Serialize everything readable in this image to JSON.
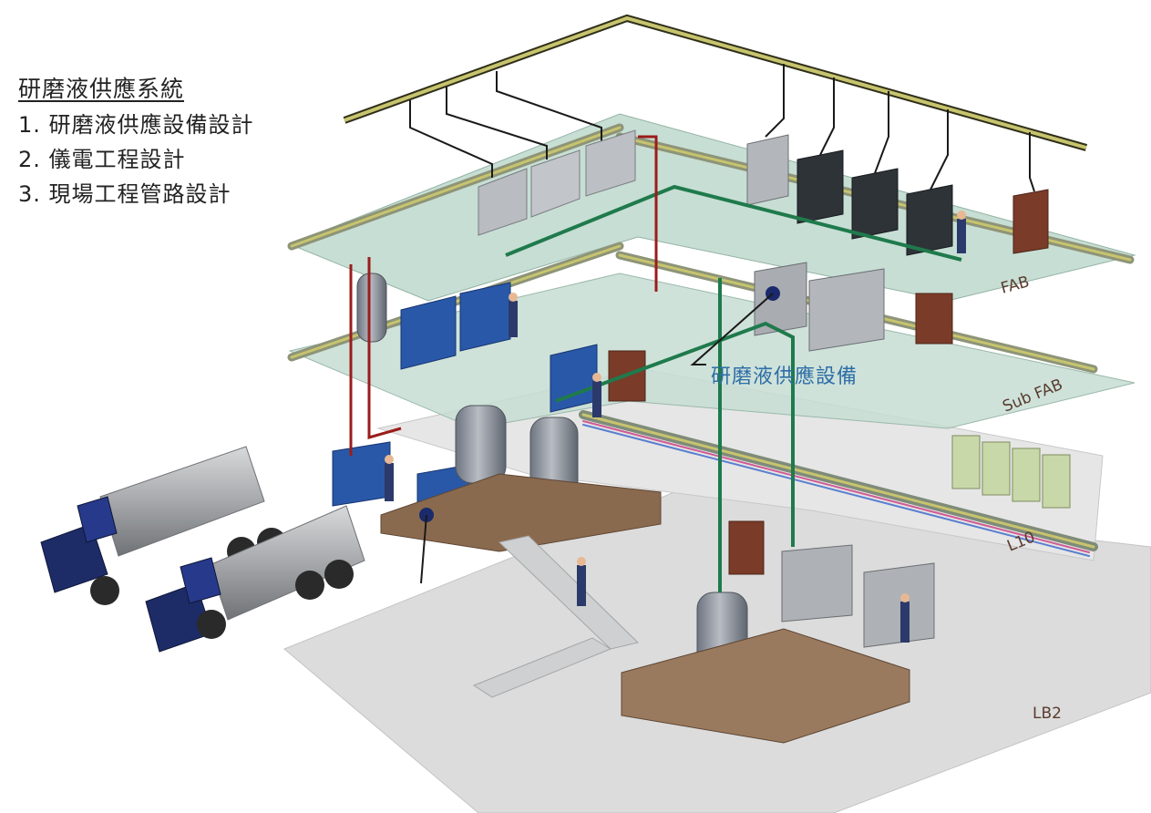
{
  "legend": {
    "title": "研磨液供應系統",
    "items": [
      "1. 研磨液供應設備設計",
      "2. 儀電工程設計",
      "3. 現場工程管路設計"
    ]
  },
  "callout": "研磨液供應設備",
  "floors": {
    "fab": "FAB",
    "sub_fab": "Sub FAB",
    "l10": "L10",
    "lb2": "LB2"
  },
  "colors": {
    "floor_glass": "#bcd9cc",
    "floor_ground": "#d9d9d9",
    "pipe_yellow": "#bfc36a",
    "pipe_green": "#1f7a4c",
    "pipe_red": "#9b1c1c",
    "pipe_blue": "#3a6fb0",
    "cabinet_blue": "#2a58a8",
    "cabinet_gray": "#b9bcc0",
    "cabinet_dark": "#2e3338",
    "brick": "#7a3b28",
    "truck_cab": "#1d2c66",
    "tank": "#a7a9ac",
    "callout": "#2f6ea6"
  }
}
